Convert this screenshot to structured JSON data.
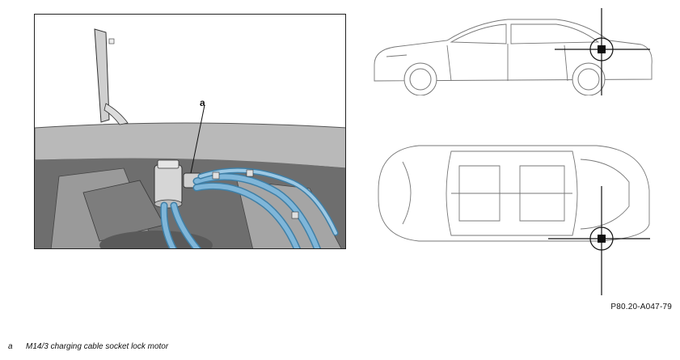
{
  "callout": {
    "letter": "a"
  },
  "reference_code": "P80.20-A047-79",
  "legend": {
    "items": [
      {
        "key": "a",
        "text": "M14/3 charging cable socket lock motor"
      }
    ]
  },
  "colors": {
    "cable_highlight": "#7fb6d9",
    "cable_outline": "#3f7fa6",
    "panel_gray": "#8b8b8b",
    "panel_dark": "#4a4a4a"
  }
}
